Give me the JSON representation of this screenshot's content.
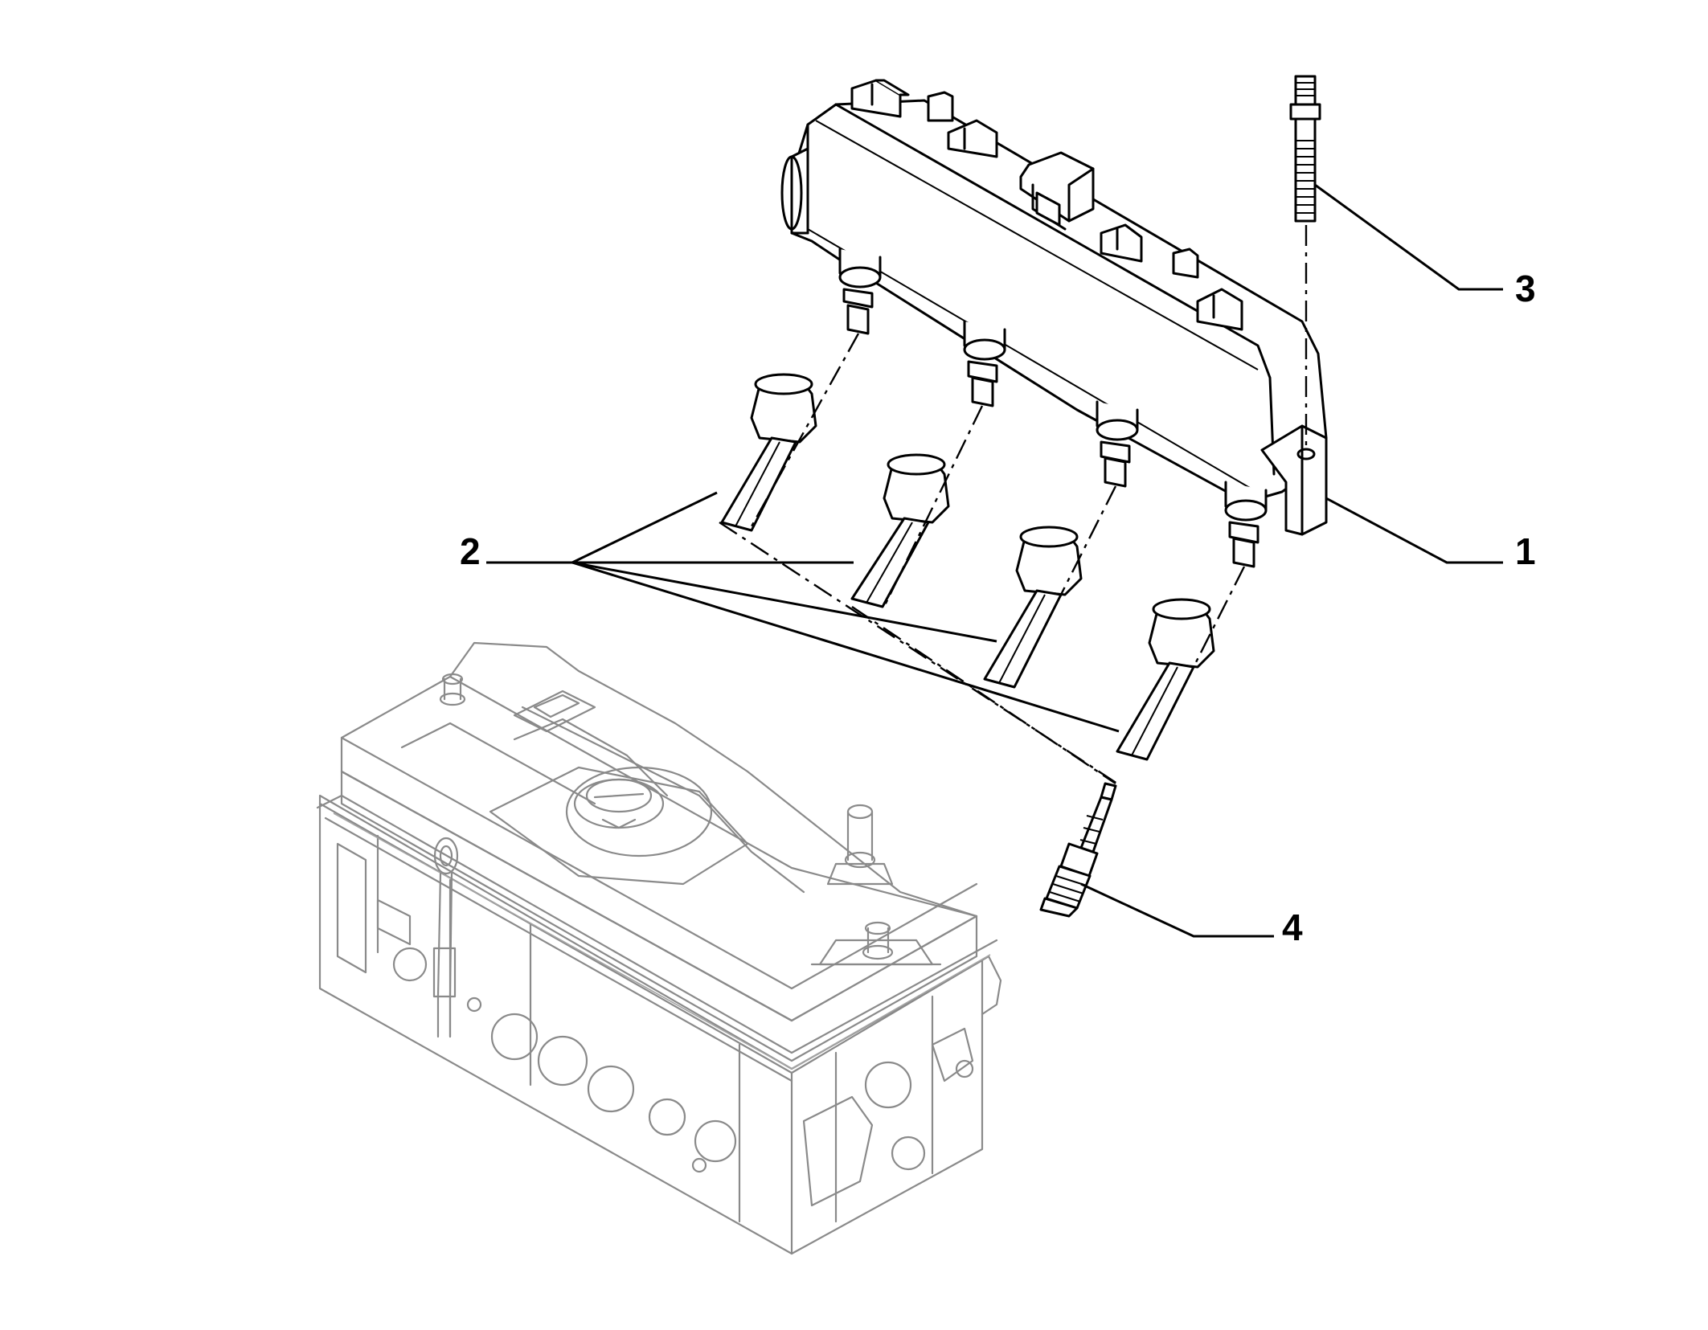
{
  "callouts": [
    {
      "id": "1",
      "text": "1"
    },
    {
      "id": "2",
      "text": "2"
    },
    {
      "id": "3",
      "text": "3"
    },
    {
      "id": "4",
      "text": "4"
    }
  ],
  "colors": {
    "line": "#000000",
    "engine_line": "#8a8a8a",
    "background": "#ffffff"
  }
}
